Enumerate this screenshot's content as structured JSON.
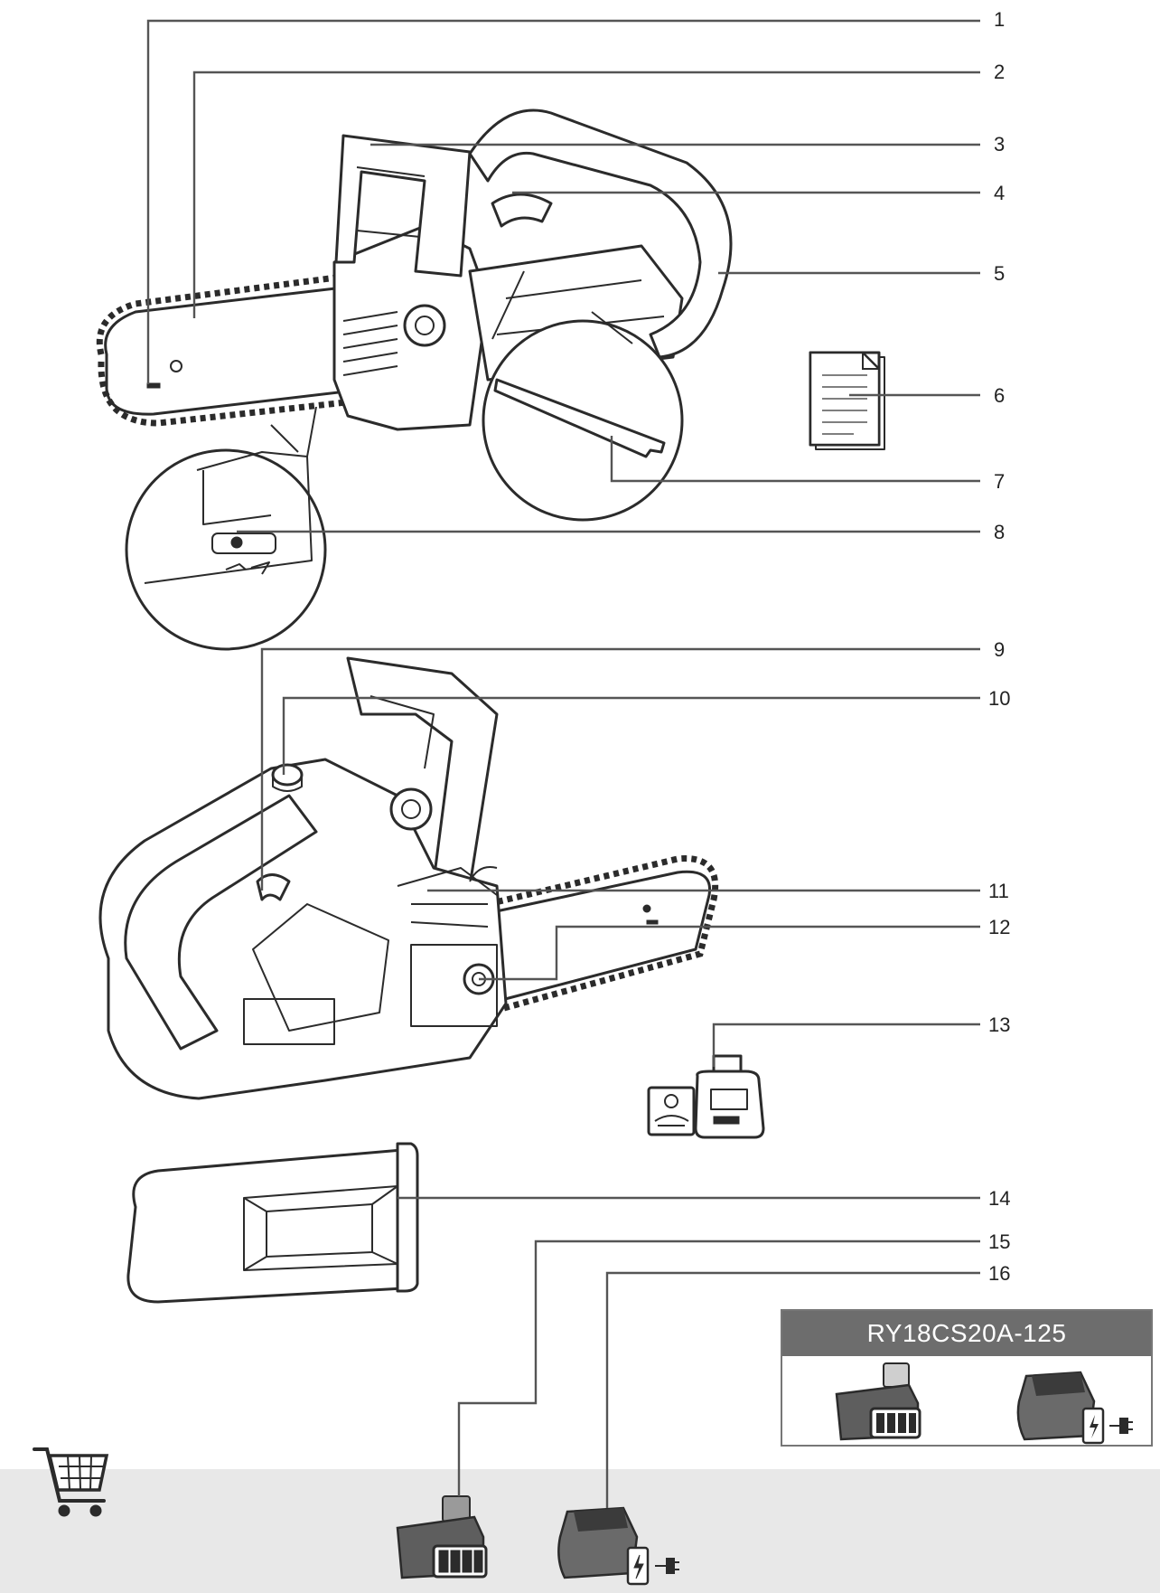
{
  "callouts": [
    {
      "id": 1,
      "label": "1"
    },
    {
      "id": 2,
      "label": "2"
    },
    {
      "id": 3,
      "label": "3"
    },
    {
      "id": 4,
      "label": "4"
    },
    {
      "id": 5,
      "label": "5"
    },
    {
      "id": 6,
      "label": "6"
    },
    {
      "id": 7,
      "label": "7"
    },
    {
      "id": 8,
      "label": "8"
    },
    {
      "id": 9,
      "label": "9"
    },
    {
      "id": 10,
      "label": "10"
    },
    {
      "id": 11,
      "label": "11"
    },
    {
      "id": 12,
      "label": "12"
    },
    {
      "id": 13,
      "label": "13"
    },
    {
      "id": 14,
      "label": "14"
    },
    {
      "id": 15,
      "label": "15"
    },
    {
      "id": 16,
      "label": "16"
    }
  ],
  "kit": {
    "model": "RY18CS20A-125"
  },
  "icons": {
    "cart": "shopping-cart-icon",
    "battery": "battery-icon",
    "charger": "charger-icon",
    "manual": "document-icon",
    "oil": "oil-bottle-icon"
  },
  "colors": {
    "line_art": "#2b2b2b",
    "leader": "#555555",
    "kit_header": "#6d6d6d",
    "bottom_band": "#e8e8e8"
  }
}
